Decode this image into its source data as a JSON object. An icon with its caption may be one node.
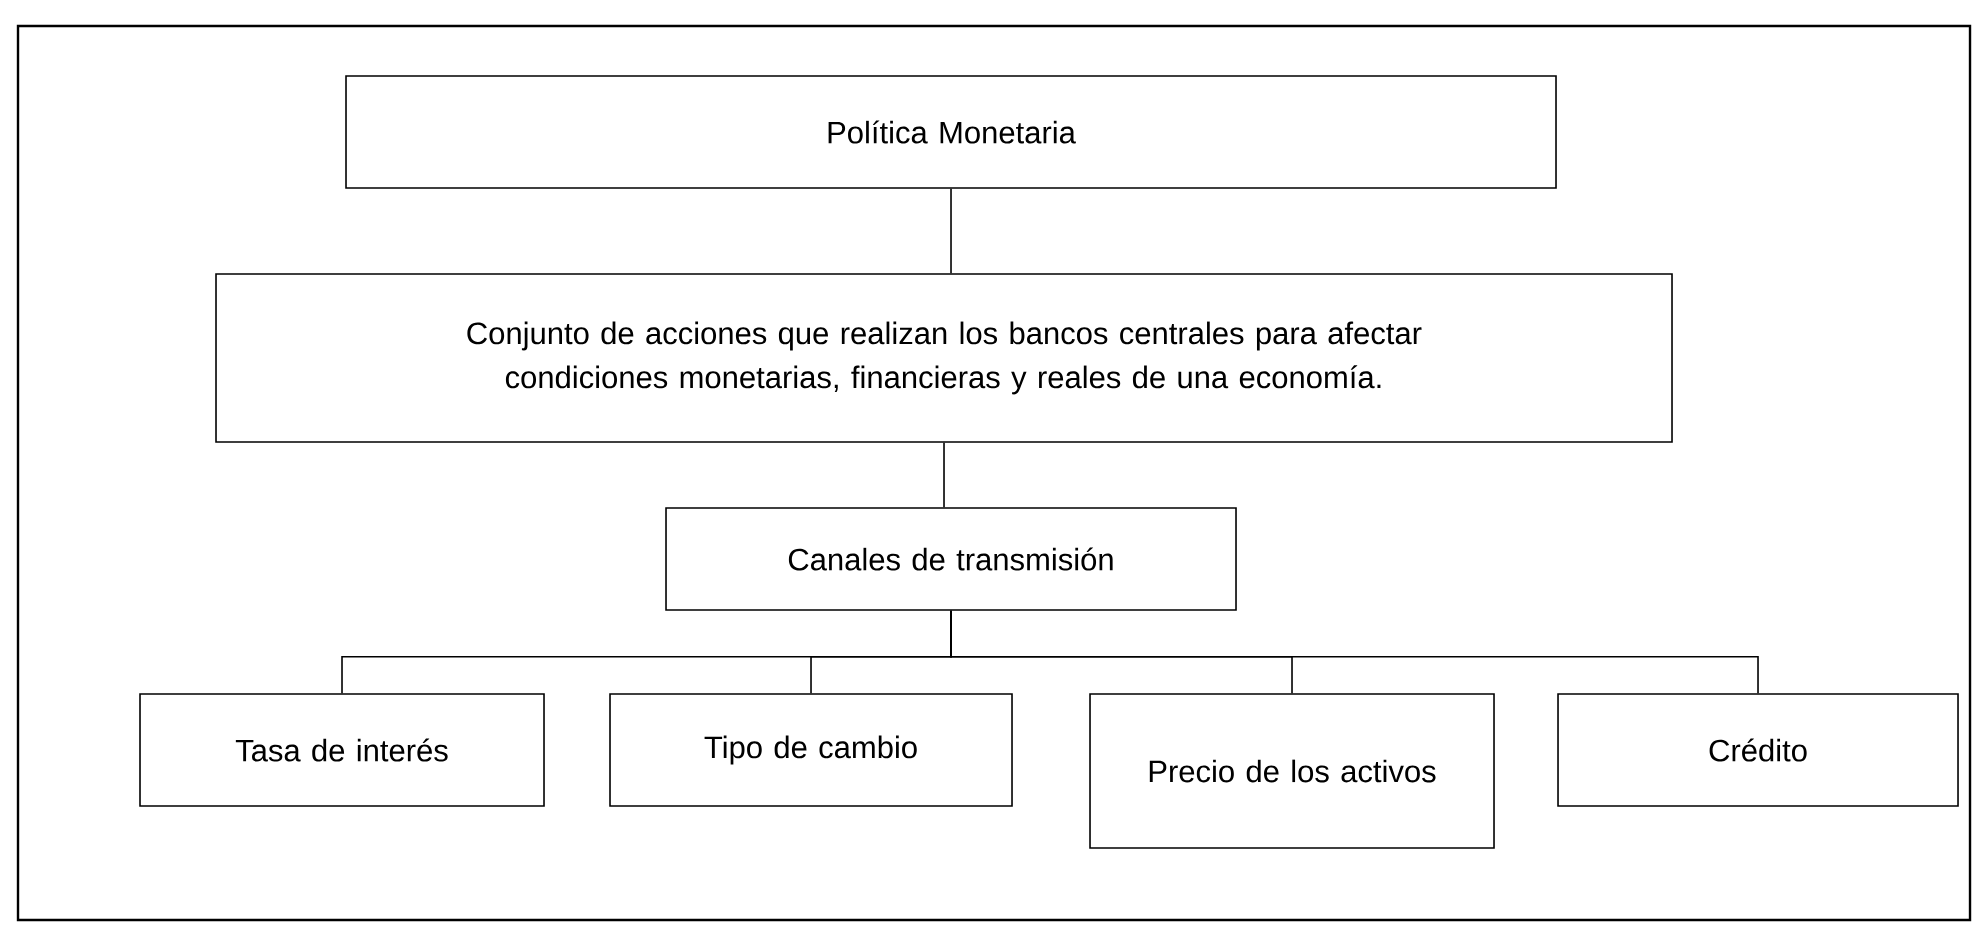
{
  "diagram": {
    "nodes": [
      {
        "text": [
          "Política Monetaria"
        ]
      },
      {
        "text": [
          "Conjunto de acciones que realizan los bancos centrales para afectar condiciones monetarias, financieras y reales de una economía."
        ]
      },
      {
        "text": [
          "Canales de transmisión"
        ]
      },
      {
        "text": [
          "Tasa de interés"
        ]
      },
      {
        "text": [
          "Tipo de cambio"
        ]
      },
      {
        "text": [
          "Precio de los activos"
        ]
      },
      {
        "text": [
          "Crédito"
        ]
      }
    ],
    "edges": [
      {
        "from": 0,
        "to": 1,
        "arrow": "none"
      },
      {
        "from": 1,
        "to": 2,
        "arrow": "none"
      },
      {
        "from": 2,
        "to": 3,
        "arrow": "none"
      },
      {
        "from": 2,
        "to": 4,
        "arrow": "none"
      },
      {
        "from": 2,
        "to": 5,
        "arrow": "none"
      },
      {
        "from": 2,
        "to": 6,
        "arrow": "none"
      }
    ]
  }
}
